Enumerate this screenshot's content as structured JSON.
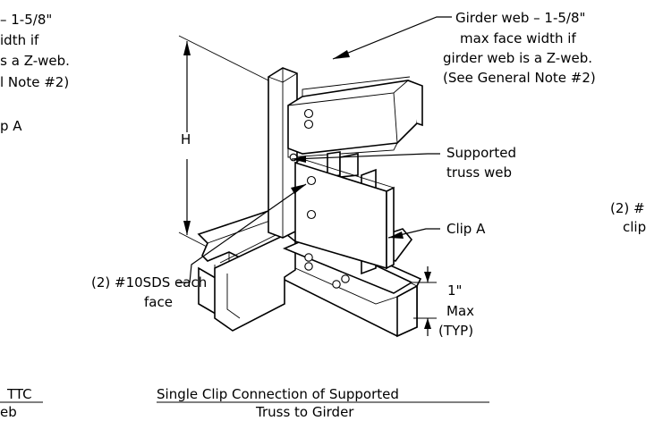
{
  "left_note": {
    "lines": [
      "– 1-5/8\"",
      "idth if",
      "is a Z-web.",
      "l Note #2)"
    ],
    "clip_label": "p A"
  },
  "girder_note": {
    "lines": [
      "Girder web – 1-5/8\"",
      "max face width if",
      "girder web is a Z-web.",
      "(See General Note #2)"
    ]
  },
  "supported_label": [
    "Supported",
    "truss web"
  ],
  "clip_label": "Clip A",
  "right_partial": [
    "(2) #",
    "clip"
  ],
  "height_label": "H",
  "screws_label": [
    "(2) #10SDS each",
    "face"
  ],
  "max_label": [
    "1\"",
    "Max",
    "(TYP)"
  ],
  "bottom_left": [
    "TTC",
    "eb"
  ],
  "caption": [
    "Single Clip Connection of Supported",
    "Truss to Girder"
  ]
}
